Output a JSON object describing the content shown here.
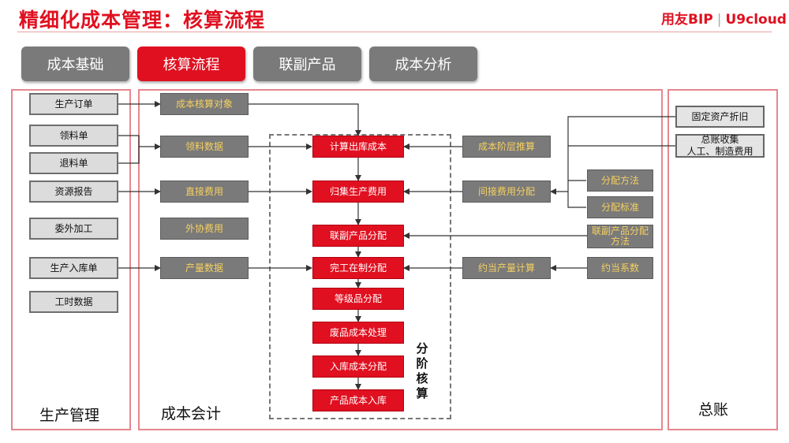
{
  "header": {
    "title": "精细化成本管理：核算流程",
    "logo_brand": "用友BIP",
    "logo_product": "U9cloud"
  },
  "tabs": [
    {
      "label": "成本基础",
      "active": false
    },
    {
      "label": "核算流程",
      "active": true
    },
    {
      "label": "联副产品",
      "active": false
    },
    {
      "label": "成本分析",
      "active": false
    }
  ],
  "panels": {
    "production": "生产管理",
    "cost_accounting": "成本会计",
    "general_ledger": "总账"
  },
  "production_docs": [
    "生产订单",
    "领料单",
    "退料单",
    "资源报告",
    "委外加工",
    "生产入库单",
    "工时数据"
  ],
  "cost_inputs": [
    "成本核算对象",
    "领料数据",
    "直接费用",
    "外协费用",
    "产量数据"
  ],
  "process_steps": [
    "计算出库成本",
    "归集生产费用",
    "联副产品分配",
    "完工在制分配",
    "等级品分配",
    "废品成本处理",
    "入库成本分配",
    "产品成本入库"
  ],
  "stage_label": "分阶核算",
  "allocation": {
    "stage_carryforward": "成本阶层推算",
    "indirect_allocation": "间接费用分配",
    "method": "分配方法",
    "standard": "分配标准",
    "joint_method": "联副产品分配方法",
    "equivalent_calc": "约当产量计算",
    "equivalent_coef": "约当系数"
  },
  "ledger": {
    "depreciation": "固定资产折旧",
    "collect": "总账收集",
    "collect_detail": "人工、制造费用"
  },
  "colors": {
    "brand_red": "#e01020",
    "panel_border": "#e7868e",
    "dark_box": "#7a7a7a",
    "dark_box_text": "#f5d060",
    "light_box": "#dcdcdc"
  }
}
